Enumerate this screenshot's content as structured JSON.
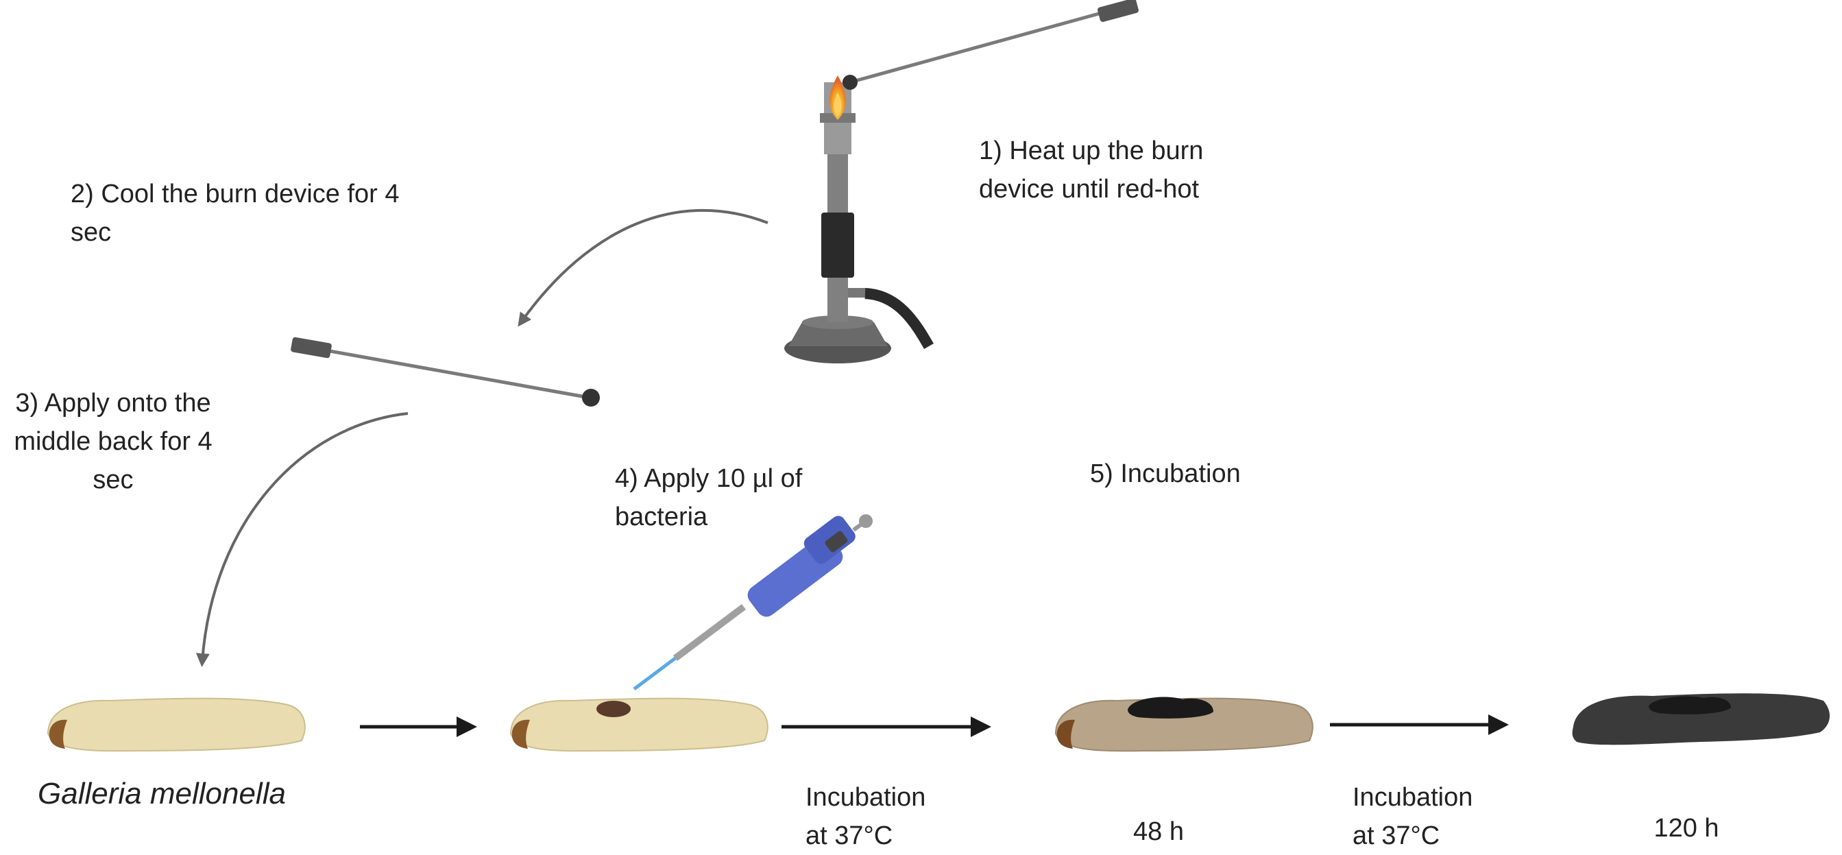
{
  "steps": {
    "step1": "1) Heat up the burn\ndevice until red-hot",
    "step2": "2) Cool the burn device for 4\nsec",
    "step3": "3) Apply onto the\nmiddle back for 4\nsec",
    "step4": "4) Apply 10 µl of\nbacteria",
    "step5": "5) Incubation"
  },
  "larva_label": "Galleria mellonella",
  "incubation_label_1": "Incubation\nat 37°C",
  "incubation_label_2": "Incubation\nat 37°C",
  "time_48": "48 h",
  "time_120": "120 h",
  "colors": {
    "text": "#222222",
    "larva_healthy": "#e8dcb0",
    "larva_mid": "#b8a488",
    "larva_dead": "#3a3a3a",
    "burn_mark": "#5a3a2a",
    "pipette": "#5a6fd0",
    "flame": "#f5a020",
    "arrow": "#1a1a1a",
    "curve_arrow": "#666666"
  },
  "icons": [
    "bunsen-burner-icon",
    "burn-device-icon",
    "pipette-icon",
    "larva-icon",
    "arrow-right-icon",
    "curved-arrow-icon"
  ]
}
